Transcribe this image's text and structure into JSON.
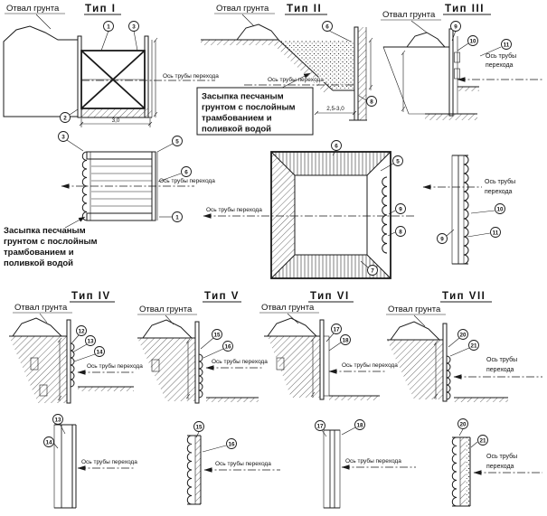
{
  "titles": {
    "t1": "Тип I",
    "t2": "Тип II",
    "t3": "Тип III",
    "t4": "Тип IV",
    "t5": "Тип V",
    "t6": "Тип VI",
    "t7": "Тип VII"
  },
  "labels": {
    "spoil": "Отвал грунта",
    "axis": "Ось трубы перехода",
    "axis_line1": "Ось трубы",
    "axis_line2": "перехода",
    "backfill_lines": [
      "Засыпка песчаным",
      "грунтом с послойным",
      "трамбованием и",
      "поливкой водой"
    ]
  },
  "dimensions": {
    "t1_width": "3,0",
    "t2_width": "2,5-3,0"
  },
  "callouts": {
    "t1_elev": [
      "1",
      "3",
      "2"
    ],
    "t1_plan": [
      "3",
      "5",
      "6",
      "1"
    ],
    "t2": [
      "6",
      "8"
    ],
    "t3": [
      "9",
      "10",
      "11"
    ],
    "plan_center": [
      "6",
      "5",
      "9",
      "8",
      "7"
    ],
    "sec_a": [
      "10",
      "11",
      "9"
    ],
    "t4_elev": [
      "12",
      "13",
      "14"
    ],
    "t5_elev": [
      "15",
      "16"
    ],
    "t6_elev": [
      "17",
      "18"
    ],
    "t7_elev": [
      "20",
      "21"
    ],
    "t4_sec": [
      "13",
      "14"
    ],
    "t5_sec": [
      "15",
      "16"
    ],
    "t6_sec": [
      "17",
      "18"
    ],
    "t7_sec": [
      "20",
      "21"
    ]
  }
}
